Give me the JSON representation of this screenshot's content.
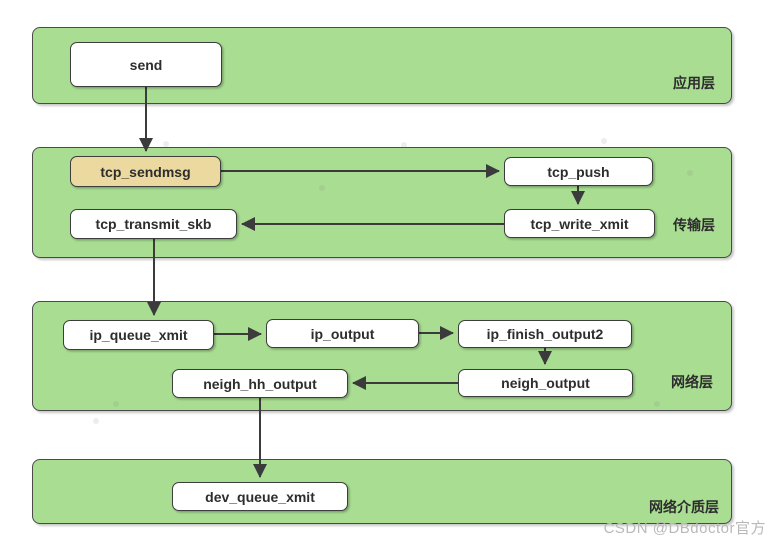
{
  "diagram": {
    "layers": [
      {
        "id": "application",
        "label": "应用层"
      },
      {
        "id": "transport",
        "label": "传输层"
      },
      {
        "id": "network",
        "label": "网络层"
      },
      {
        "id": "media",
        "label": "网络介质层"
      }
    ],
    "nodes": [
      {
        "id": "send",
        "label": "send",
        "layer": "application",
        "highlighted": false
      },
      {
        "id": "tcp_sendmsg",
        "label": "tcp_sendmsg",
        "layer": "transport",
        "highlighted": true
      },
      {
        "id": "tcp_push",
        "label": "tcp_push",
        "layer": "transport",
        "highlighted": false
      },
      {
        "id": "tcp_transmit_skb",
        "label": "tcp_transmit_skb",
        "layer": "transport",
        "highlighted": false
      },
      {
        "id": "tcp_write_xmit",
        "label": "tcp_write_xmit",
        "layer": "transport",
        "highlighted": false
      },
      {
        "id": "ip_queue_xmit",
        "label": "ip_queue_xmit",
        "layer": "network",
        "highlighted": false
      },
      {
        "id": "ip_output",
        "label": "ip_output",
        "layer": "network",
        "highlighted": false
      },
      {
        "id": "ip_finish_output2",
        "label": "ip_finish_output2",
        "layer": "network",
        "highlighted": false
      },
      {
        "id": "neigh_hh_output",
        "label": "neigh_hh_output",
        "layer": "network",
        "highlighted": false
      },
      {
        "id": "neigh_output",
        "label": "neigh_output",
        "layer": "network",
        "highlighted": false
      },
      {
        "id": "dev_queue_xmit",
        "label": "dev_queue_xmit",
        "layer": "media",
        "highlighted": false
      }
    ],
    "edges": [
      {
        "from": "send",
        "to": "tcp_sendmsg"
      },
      {
        "from": "tcp_sendmsg",
        "to": "tcp_push"
      },
      {
        "from": "tcp_push",
        "to": "tcp_write_xmit"
      },
      {
        "from": "tcp_write_xmit",
        "to": "tcp_transmit_skb"
      },
      {
        "from": "tcp_transmit_skb",
        "to": "ip_queue_xmit"
      },
      {
        "from": "ip_queue_xmit",
        "to": "ip_output"
      },
      {
        "from": "ip_output",
        "to": "ip_finish_output2"
      },
      {
        "from": "ip_finish_output2",
        "to": "neigh_output"
      },
      {
        "from": "neigh_output",
        "to": "neigh_hh_output"
      },
      {
        "from": "neigh_hh_output",
        "to": "dev_queue_xmit"
      }
    ]
  },
  "watermark": {
    "text": "CSDN @DBdoctor官方"
  },
  "colors": {
    "band-fill": "#a8dd92",
    "band-border": "#4a4a4a",
    "node-fill": "#ffffff",
    "node-border": "#3d3d3d",
    "highlight-fill": "#ecd9a0",
    "arrow": "#3b3b3b",
    "text": "#2d2d2d",
    "watermark": "#b9b9b9"
  }
}
